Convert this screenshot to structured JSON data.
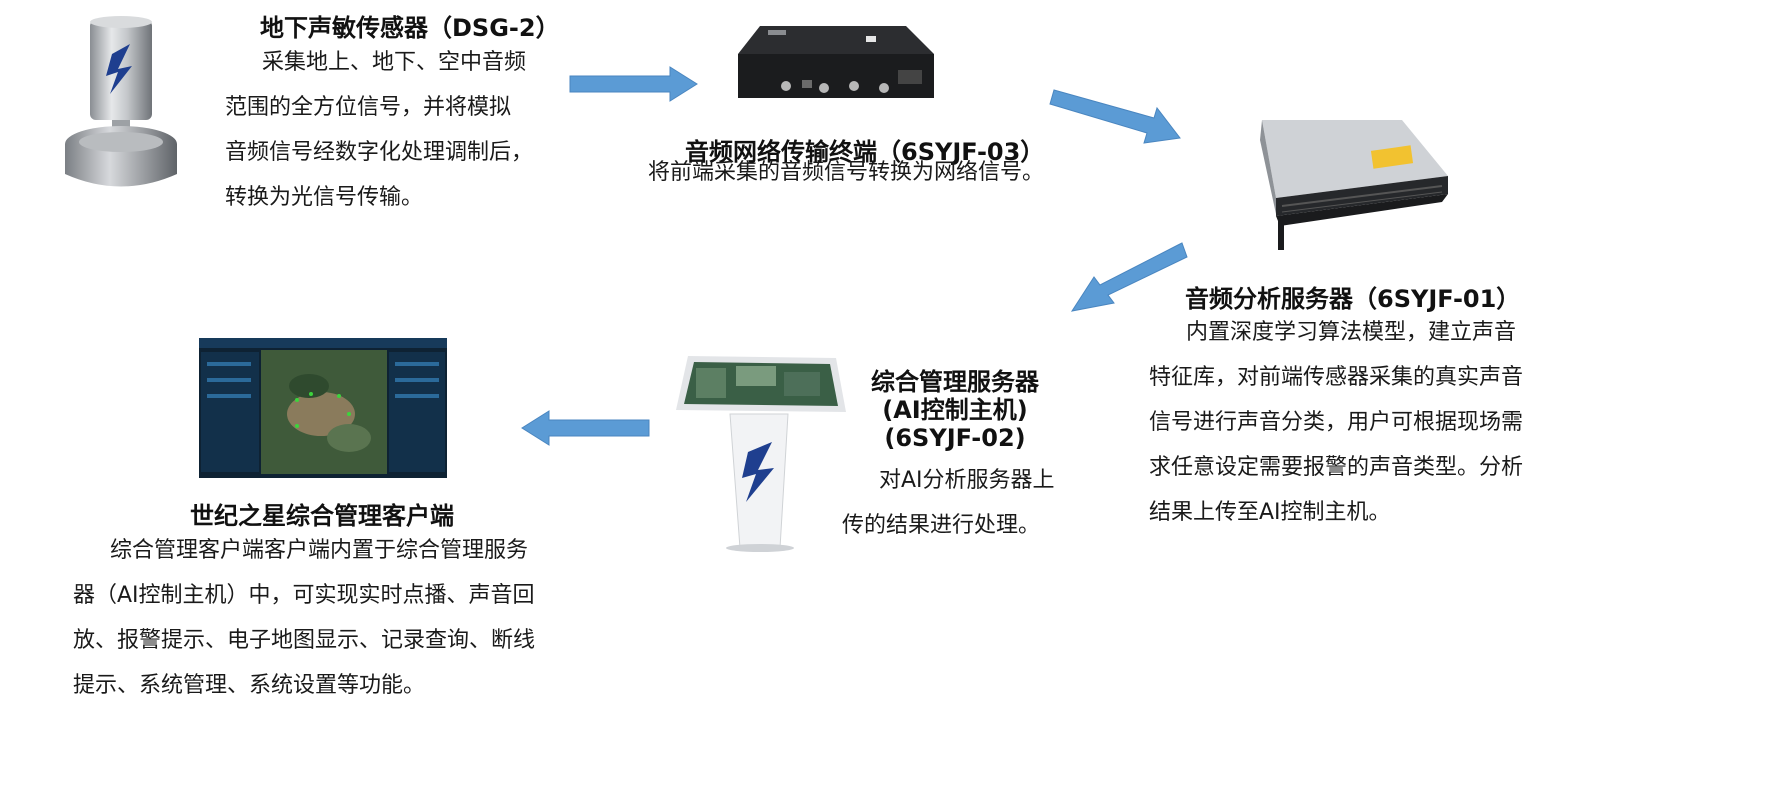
{
  "sensor": {
    "title": "地下声敏传感器（DSG-2）",
    "lines": [
      "采集地上、地下、空中音频",
      "范围的全方位信号，并将模拟",
      "音频信号经数字化处理调制后，",
      "转换为光信号传输。"
    ]
  },
  "terminal": {
    "title": "音频网络传输终端（6SYJF-03）",
    "desc": "将前端采集的音频信号转换为网络信号。"
  },
  "analysis_server": {
    "title": "音频分析服务器（6SYJF-01）",
    "lines": [
      "内置深度学习算法模型，建立声音",
      "特征库，对前端传感器采集的真实声音",
      "信号进行声音分类，用户可根据现场需",
      "求任意设定需要报警的声音类型。分析",
      "结果上传至AI控制主机。"
    ]
  },
  "management_server": {
    "title_lines": [
      "综合管理服务器",
      "(AI控制主机)",
      "(6SYJF-02)"
    ],
    "lines": [
      "对AI分析服务器上",
      "传的结果进行处理。"
    ]
  },
  "client": {
    "title": "世纪之星综合管理客户端",
    "lines": [
      "综合管理客户端客户端内置于综合管理服务",
      "器（AI控制主机）中，可实现实时点播、声音回",
      "放、报警提示、电子地图显示、记录查询、断线",
      "提示、系统管理、系统设置等功能。"
    ]
  },
  "colors": {
    "arrow": "#5b9bd5",
    "arrow_stroke": "#4a86c0"
  }
}
